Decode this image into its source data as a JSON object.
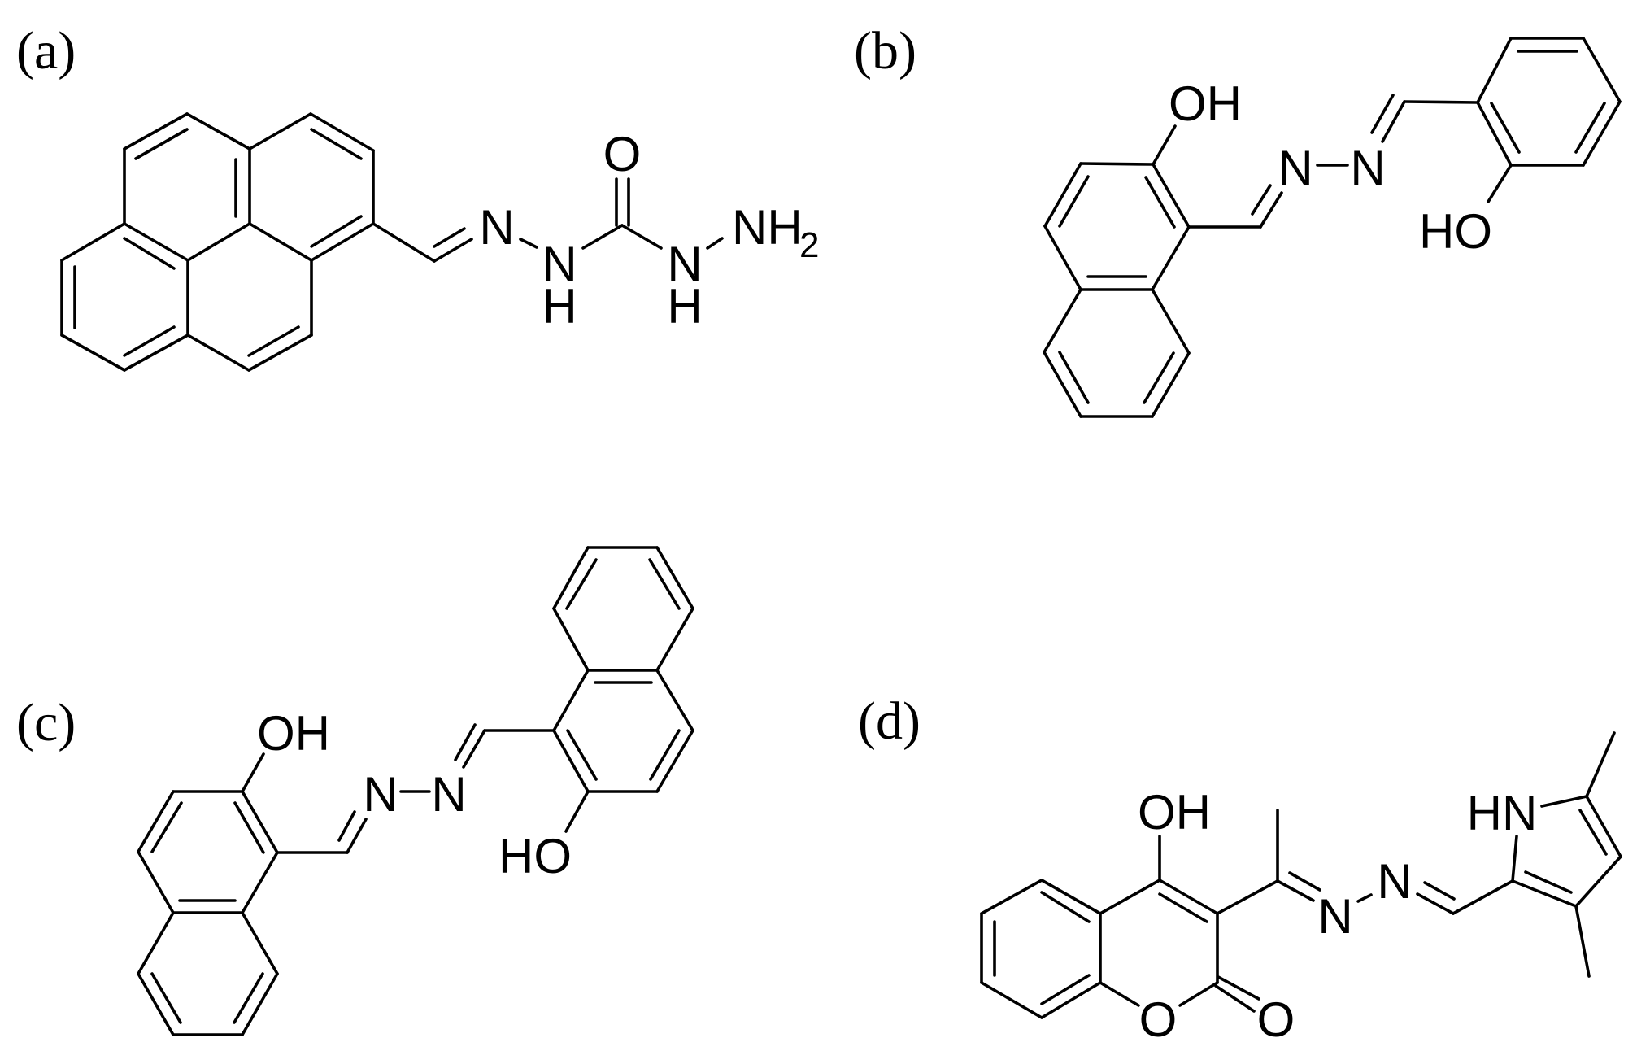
{
  "figure": {
    "background": "#ffffff",
    "ink_color": "#000000",
    "panels": [
      {
        "id": "a",
        "label": "(a)",
        "molecule": "pyrene-1-carbaldehyde carbohydrazone",
        "atoms": {
          "n_imine": "N",
          "nh_1_n": "N",
          "nh_1_h": "H",
          "carbonyl_o": "O",
          "nh_2_n": "N",
          "nh_2_h": "H",
          "amine": "NH",
          "amine_sub": "2"
        },
        "bonds": [
          [
            230,
            140,
            153,
            183
          ],
          [
            230,
            140,
            307,
            183
          ],
          [
            307,
            183,
            382,
            140
          ],
          [
            382,
            140,
            459,
            185
          ],
          [
            459,
            185,
            459,
            275
          ],
          [
            459,
            275,
            383,
            320
          ],
          [
            383,
            320,
            383,
            412
          ],
          [
            383,
            412,
            306,
            455
          ],
          [
            306,
            455,
            231,
            412
          ],
          [
            231,
            412,
            153,
            455
          ],
          [
            153,
            455,
            76,
            412
          ],
          [
            76,
            412,
            76,
            320
          ],
          [
            76,
            320,
            153,
            275
          ],
          [
            153,
            275,
            153,
            183
          ],
          [
            307,
            183,
            307,
            275
          ],
          [
            307,
            275,
            231,
            320
          ],
          [
            307,
            275,
            383,
            320
          ],
          [
            231,
            320,
            231,
            412
          ],
          [
            153,
            275,
            231,
            320
          ],
          [
            167,
            195,
            230,
            159
          ],
          [
            290,
            196,
            290,
            266
          ],
          [
            383,
            159,
            444,
            195
          ],
          [
            444,
            266,
            383,
            303
          ],
          [
            153,
            293,
            214,
            330
          ],
          [
            92,
            328,
            92,
            403
          ],
          [
            153,
            437,
            214,
            402
          ],
          [
            306,
            437,
            367,
            402
          ],
          [
            459,
            275,
            534,
            321
          ],
          [
            534,
            321,
            580,
            294
          ],
          [
            534,
            303,
            571,
            281
          ],
          [
            640,
            294,
            660,
            304
          ],
          [
            717,
            305,
            765,
            277
          ],
          [
            758,
            220,
            758,
            277
          ],
          [
            773,
            220,
            773,
            277
          ],
          [
            765,
            277,
            813,
            305
          ],
          [
            870,
            305,
            888,
            293
          ]
        ]
      },
      {
        "id": "b",
        "label": "(b)",
        "molecule": "2-hydroxy-1-naphthaldehyde salicylaldehyde azine",
        "atoms": {
          "oh_top": "OH",
          "n_1": "N",
          "n_2": "N",
          "ho_phenol": "HO"
        },
        "bonds": [
          [
            1418,
            202,
            1329,
            201
          ],
          [
            1329,
            201,
            1285,
            278
          ],
          [
            1285,
            278,
            1329,
            356
          ],
          [
            1329,
            356,
            1417,
            356
          ],
          [
            1417,
            356,
            1462,
            279
          ],
          [
            1462,
            279,
            1418,
            202
          ],
          [
            1329,
            356,
            1284,
            433
          ],
          [
            1284,
            433,
            1329,
            512
          ],
          [
            1329,
            512,
            1417,
            512
          ],
          [
            1417,
            512,
            1462,
            434
          ],
          [
            1462,
            434,
            1417,
            356
          ],
          [
            1338,
            217,
            1303,
            278
          ],
          [
            1409,
            218,
            1444,
            279
          ],
          [
            1338,
            340,
            1409,
            340
          ],
          [
            1303,
            433,
            1338,
            495
          ],
          [
            1407,
            495,
            1443,
            434
          ],
          [
            1418,
            202,
            1445,
            155
          ],
          [
            1462,
            279,
            1550,
            279
          ],
          [
            1550,
            279,
            1576,
            237
          ],
          [
            1540,
            263,
            1562,
            228
          ],
          [
            1620,
            203,
            1657,
            203
          ],
          [
            1700,
            174,
            1727,
            125
          ],
          [
            1687,
            163,
            1713,
            117
          ],
          [
            1727,
            125,
            1817,
            126
          ],
          [
            1817,
            126,
            1858,
            47
          ],
          [
            1858,
            47,
            1947,
            47
          ],
          [
            1947,
            47,
            1992,
            125
          ],
          [
            1992,
            125,
            1947,
            203
          ],
          [
            1947,
            203,
            1858,
            203
          ],
          [
            1858,
            203,
            1817,
            126
          ],
          [
            1867,
            63,
            1939,
            63
          ],
          [
            1973,
            127,
            1938,
            187
          ],
          [
            1834,
            127,
            1868,
            187
          ],
          [
            1858,
            203,
            1830,
            248
          ]
        ]
      },
      {
        "id": "c",
        "label": "(c)",
        "molecule": "2-hydroxy-1-naphthaldehyde azine",
        "atoms": {
          "oh_top": "OH",
          "n_1": "N",
          "n_2": "N",
          "ho_bottom": "HO"
        },
        "bonds": [
          [
            298,
            973,
            213,
            973
          ],
          [
            213,
            973,
            170,
            1047
          ],
          [
            170,
            1047,
            213,
            1122
          ],
          [
            213,
            1122,
            298,
            1122
          ],
          [
            298,
            1122,
            341,
            1048
          ],
          [
            341,
            1048,
            298,
            973
          ],
          [
            213,
            1122,
            170,
            1197
          ],
          [
            170,
            1197,
            213,
            1272
          ],
          [
            213,
            1272,
            298,
            1272
          ],
          [
            298,
            1272,
            341,
            1197
          ],
          [
            341,
            1197,
            298,
            1122
          ],
          [
            223,
            987,
            187,
            1047
          ],
          [
            289,
            987,
            324,
            1048
          ],
          [
            221,
            1107,
            289,
            1107
          ],
          [
            187,
            1197,
            222,
            1257
          ],
          [
            288,
            1257,
            323,
            1197
          ],
          [
            298,
            973,
            324,
            927
          ],
          [
            341,
            1048,
            427,
            1048
          ],
          [
            427,
            1048,
            450,
            1007
          ],
          [
            417,
            1033,
            436,
            998
          ],
          [
            493,
            973,
            528,
            973
          ],
          [
            570,
            943,
            596,
            898
          ],
          [
            560,
            934,
            584,
            891
          ],
          [
            596,
            898,
            681,
            898
          ],
          [
            723,
            673,
            808,
            673
          ],
          [
            808,
            673,
            852,
            748
          ],
          [
            852,
            748,
            808,
            824
          ],
          [
            808,
            824,
            723,
            824
          ],
          [
            723,
            824,
            681,
            748
          ],
          [
            681,
            748,
            723,
            673
          ],
          [
            723,
            824,
            681,
            898
          ],
          [
            681,
            898,
            723,
            973
          ],
          [
            723,
            973,
            808,
            973
          ],
          [
            808,
            973,
            852,
            898
          ],
          [
            852,
            898,
            808,
            824
          ],
          [
            733,
            688,
            697,
            748
          ],
          [
            799,
            688,
            835,
            748
          ],
          [
            732,
            839,
            801,
            839
          ],
          [
            698,
            898,
            733,
            958
          ],
          [
            800,
            958,
            835,
            898
          ],
          [
            723,
            973,
            696,
            1022
          ]
        ]
      },
      {
        "id": "d",
        "label": "(d)",
        "molecule": "4-hydroxycoumarin – 3,5-dimethylpyrrole azine",
        "atoms": {
          "oh": "OH",
          "ring_o": "O",
          "carbonyl_o": "O",
          "n_1": "N",
          "n_2": "N",
          "pyrrole_nh": "HN"
        },
        "bonds": [
          [
            1281,
            1082,
            1207,
            1123
          ],
          [
            1207,
            1123,
            1207,
            1208
          ],
          [
            1207,
            1208,
            1281,
            1251
          ],
          [
            1281,
            1251,
            1353,
            1208
          ],
          [
            1353,
            1208,
            1353,
            1123
          ],
          [
            1353,
            1123,
            1281,
            1082
          ],
          [
            1281,
            1097,
            1339,
            1133
          ],
          [
            1223,
            1133,
            1223,
            1199
          ],
          [
            1281,
            1234,
            1339,
            1199
          ],
          [
            1353,
            1123,
            1426,
            1082
          ],
          [
            1426,
            1082,
            1497,
            1123
          ],
          [
            1497,
            1123,
            1497,
            1208
          ],
          [
            1426,
            1099,
            1484,
            1133
          ],
          [
            1353,
            1208,
            1400,
            1236
          ],
          [
            1497,
            1208,
            1451,
            1236
          ],
          [
            1498,
            1201,
            1548,
            1228
          ],
          [
            1495,
            1212,
            1542,
            1243
          ],
          [
            1426,
            1082,
            1426,
            1028
          ],
          [
            1497,
            1123,
            1571,
            1083
          ],
          [
            1571,
            1083,
            1571,
            996
          ],
          [
            1571,
            1083,
            1615,
            1107
          ],
          [
            1586,
            1073,
            1623,
            1094
          ],
          [
            1670,
            1108,
            1686,
            1100
          ],
          [
            1743,
            1099,
            1787,
            1123
          ],
          [
            1752,
            1085,
            1788,
            1105
          ],
          [
            1787,
            1123,
            1860,
            1083
          ],
          [
            1860,
            1083,
            1938,
            1114
          ],
          [
            1938,
            1114,
            1993,
            1053
          ],
          [
            1993,
            1053,
            1951,
            979
          ],
          [
            1951,
            979,
            1896,
            991
          ],
          [
            1860,
            1083,
            1865,
            1028
          ],
          [
            1876,
            1072,
            1932,
            1097
          ],
          [
            1943,
            996,
            1975,
            1050
          ],
          [
            1951,
            979,
            1985,
            901
          ],
          [
            1938,
            1114,
            1954,
            1200
          ]
        ]
      }
    ]
  }
}
